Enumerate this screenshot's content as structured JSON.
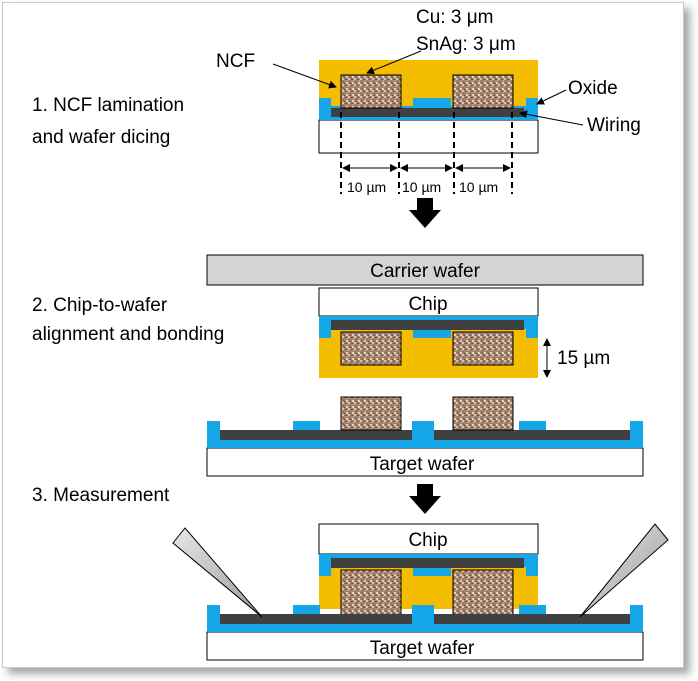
{
  "labels": {
    "cu": "Cu: 3 μm",
    "snag": "SnAg: 3 μm",
    "ncf": "NCF",
    "oxide": "Oxide",
    "wiring": "Wiring",
    "carrier_wafer": "Carrier wafer",
    "chip": "Chip",
    "thickness": "15 µm",
    "target_wafer": "Target wafer"
  },
  "steps": {
    "step1_line1": "1. NCF lamination",
    "step1_line2": "and wafer dicing",
    "step2_line1": "2. Chip-to-wafer",
    "step2_line2": "alignment and bonding",
    "step3": "3. Measurement"
  },
  "dimensions": [
    "10 µm",
    "10 µm",
    "10 µm"
  ],
  "colors": {
    "ncf": "#f5bd00",
    "oxide": "#15a7e8",
    "wiring": "#404040",
    "carrier": "#d4d4d4",
    "bump": "#b08c74"
  }
}
